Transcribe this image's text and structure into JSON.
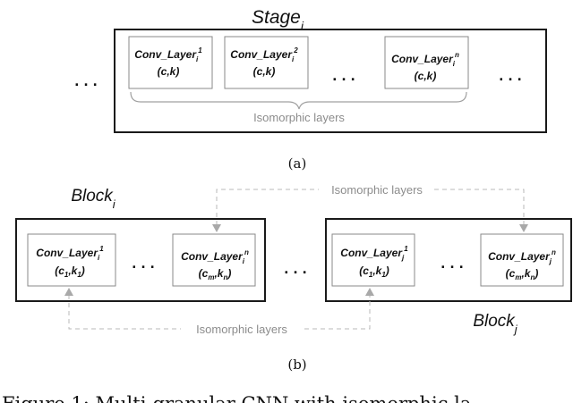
{
  "a": {
    "stage_base": "Stage",
    "stage_sub": "i",
    "layers": [
      {
        "base": "Conv_Layer",
        "sub": "i",
        "sup": "1",
        "params": "(c,k)"
      },
      {
        "base": "Conv_Layer",
        "sub": "i",
        "sup": "2",
        "params": "(c,k)"
      },
      {
        "base": "Conv_Layer",
        "sub": "i",
        "sup": "n",
        "params": "(c,k)"
      }
    ],
    "brace_label": "Isomorphic layers",
    "caption": "(a)"
  },
  "b": {
    "block_i": {
      "base": "Block",
      "sub": "i"
    },
    "block_j": {
      "base": "Block",
      "sub": "j"
    },
    "layers": [
      {
        "base": "Conv_Layer",
        "sub": "i",
        "sup": "1",
        "p_open": "(c",
        "p_s1": "1",
        "p_mid": ",k",
        "p_s2": "1",
        "p_close": ")"
      },
      {
        "base": "Conv_Layer",
        "sub": "i",
        "sup": "n",
        "p_open": "(c",
        "p_s1": "m",
        "p_mid": ",k",
        "p_s2": "n",
        "p_close": ")"
      },
      {
        "base": "Conv_Layer",
        "sub": "j",
        "sup": "1",
        "p_open": "(c",
        "p_s1": "1",
        "p_mid": ",k",
        "p_s2": "1",
        "p_close": ")"
      },
      {
        "base": "Conv_Layer",
        "sub": "j",
        "sup": "n",
        "p_open": "(c",
        "p_s1": "m",
        "p_mid": ",k",
        "p_s2": "n",
        "p_close": ")"
      }
    ],
    "top_label": "Isomorphic layers",
    "bottom_label": "Isomorphic layers",
    "caption": "(b)"
  },
  "ellipsis": ". . .",
  "figure_caption_fragment": "Figure 1:  Multi-granular CNN with isomorphic la"
}
